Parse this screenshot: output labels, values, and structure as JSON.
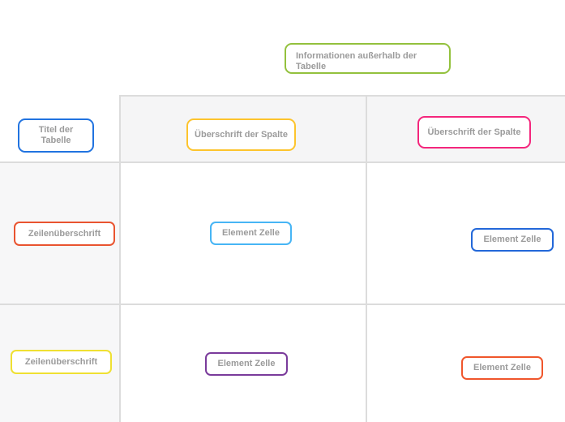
{
  "page": {
    "background": "#ffffff"
  },
  "annotation": {
    "label": "Informationen außerhalb der Tabelle",
    "color": "#93c13d"
  },
  "table": {
    "grid_color": "#dcdcdc",
    "header_row_bg": "#f5f5f6",
    "row_header_col_bg": "#f7f7f8",
    "text_color": "#9b9b9b",
    "title": {
      "label": "Titel der Tabelle",
      "color": "#2173e0"
    },
    "column_headers": [
      {
        "label": "Überschrift der Spalte",
        "color": "#fdc42d"
      },
      {
        "label": "Überschrift der Spalte",
        "color": "#f4267c"
      }
    ],
    "rows": [
      {
        "header": {
          "label": "Zeilenüberschrift",
          "color": "#e95430"
        },
        "cells": [
          {
            "label": "Element Zelle",
            "color": "#47b5f5"
          },
          {
            "label": "Element Zelle",
            "color": "#2368d9"
          }
        ]
      },
      {
        "header": {
          "label": "Zeilenüberschrift",
          "color": "#efe032"
        },
        "cells": [
          {
            "label": "Element Zelle",
            "color": "#7a3b9b"
          },
          {
            "label": "Element Zelle",
            "color": "#f0562c"
          }
        ]
      }
    ]
  }
}
